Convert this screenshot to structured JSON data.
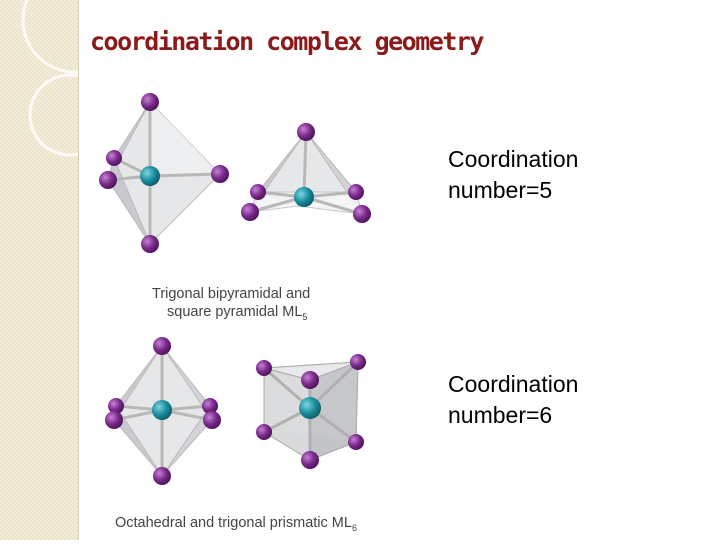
{
  "slide": {
    "title": "coordination complex geometry",
    "sections": [
      {
        "caption_line1": "Trigonal bipyramidal and",
        "caption_line2": "square pyramidal ML",
        "caption_sub": "5",
        "label_line1": "Coordination",
        "label_line2": "number=5"
      },
      {
        "caption_line1": "Octahedral and trigonal prismatic ML",
        "caption_sub": "6",
        "label_line1": "Coordination",
        "label_line2": "number=6"
      }
    ]
  },
  "colors": {
    "title": "#8b1a1a",
    "ligand_atom": "#7b2a8c",
    "metal_atom": "#1a8fa0",
    "polyhedron_face": "#d8dadd",
    "side_strip": "#f3ecd6"
  }
}
